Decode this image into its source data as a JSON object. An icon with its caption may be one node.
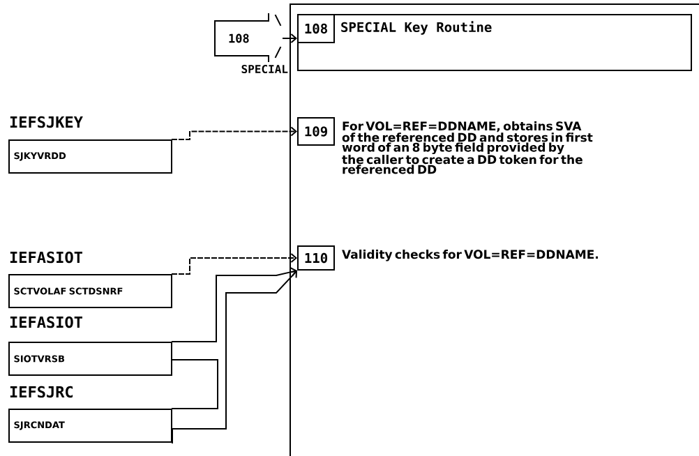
{
  "diagram": {
    "nodes": [
      {
        "text": [
          "108"
        ],
        "beside": [
          "SPECIAL"
        ]
      },
      {
        "text": [],
        "shape": "box"
      },
      {
        "text": [
          "108",
          "SPECIAL Key Routine"
        ],
        "in": 1
      },
      {
        "text": [
          "109"
        ],
        "beside": [
          "For VOL=REF=DDNAME, obtains SVA of the referenced DD and stores in first word of an 8 byte field provided by the caller to create a DD token for the referenced DD"
        ],
        "in": 1
      },
      {
        "text": [
          "110"
        ],
        "beside": [
          "Validity checks for VOL=REF=DDNAME."
        ],
        "in": 1
      },
      {
        "text": [
          "IEFSJKEY",
          "SJKYVRDD"
        ]
      },
      {
        "text": [
          "IEFASIOT",
          "SCTVOLAF SCTDSNRF"
        ]
      },
      {
        "text": [
          "IEFASIOT",
          "SIOTVRSB"
        ]
      },
      {
        "text": [
          "IEFSJRC",
          "SJRCNDAT"
        ]
      }
    ],
    "edges": [
      {
        "from": 0,
        "to": 2,
        "arrow": "to"
      },
      {
        "from": 5,
        "to": 3,
        "arrow": "to",
        "style": "dashed"
      },
      {
        "from": 6,
        "to": 4,
        "arrow": "to",
        "style": "dashed"
      },
      {
        "from": 7,
        "to": 4,
        "arrow": "to"
      },
      {
        "from": 8,
        "to": 4,
        "arrow": "to"
      },
      {
        "from": 7,
        "to": 8,
        "arrow": "none"
      }
    ]
  }
}
